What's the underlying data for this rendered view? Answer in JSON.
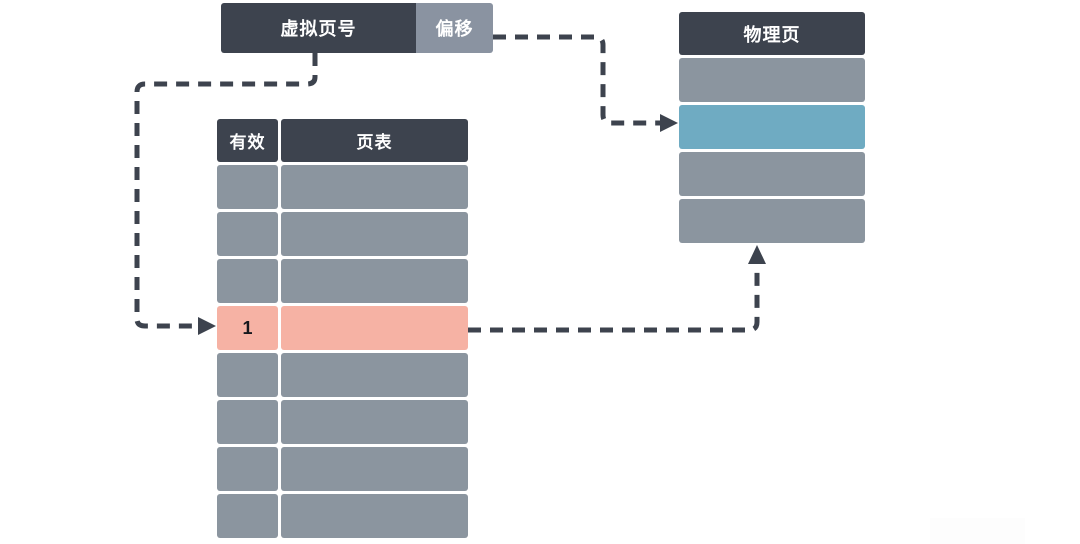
{
  "virtual_address_box": {
    "page_number_label": "虚拟页号",
    "offset_label": "偏移"
  },
  "page_table": {
    "headers": {
      "valid": "有效",
      "table": "页表"
    },
    "valid_value": "1",
    "highlighted_row_index": 3,
    "rows": [
      "normal",
      "normal",
      "normal",
      "highlighted",
      "normal",
      "normal",
      "normal",
      "normal"
    ]
  },
  "physical_page": {
    "header": "物理页",
    "highlighted_row_index": 1,
    "rows": [
      "normal",
      "highlighted",
      "normal",
      "normal"
    ]
  },
  "arrows": {
    "vpn_to_page_table": "dashed-arrow",
    "offset_to_physical_page": "dashed-arrow",
    "page_table_to_physical_page": "dashed-arrow"
  },
  "colors": {
    "header_dark": "#3d434e",
    "cell_gray": "#8b959f",
    "offset_gray": "#8a93a1",
    "highlight_pink": "#f6b2a4",
    "highlight_blue": "#6fabc2",
    "arrow_dark": "#3d434e",
    "background": "#ffffff"
  }
}
